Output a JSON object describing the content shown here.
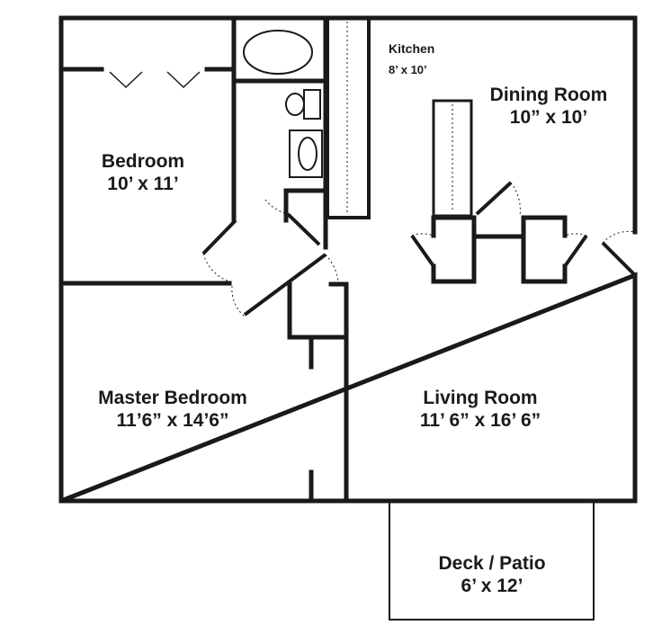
{
  "rooms": {
    "kitchen": {
      "name": "Kitchen",
      "dimensions": "8’ x 10’"
    },
    "dining_room": {
      "name": "Dining Room",
      "dimensions": "10” x 10’"
    },
    "bedroom": {
      "name": "Bedroom",
      "dimensions": "10’ x 11’"
    },
    "master_bedroom": {
      "name": "Master Bedroom",
      "dimensions": "11’6” x 14’6”"
    },
    "living_room": {
      "name": "Living Room",
      "dimensions": "11’ 6” x 16’ 6”"
    },
    "deck_patio": {
      "name": "Deck / Patio",
      "dimensions": "6’ x 12’"
    }
  }
}
